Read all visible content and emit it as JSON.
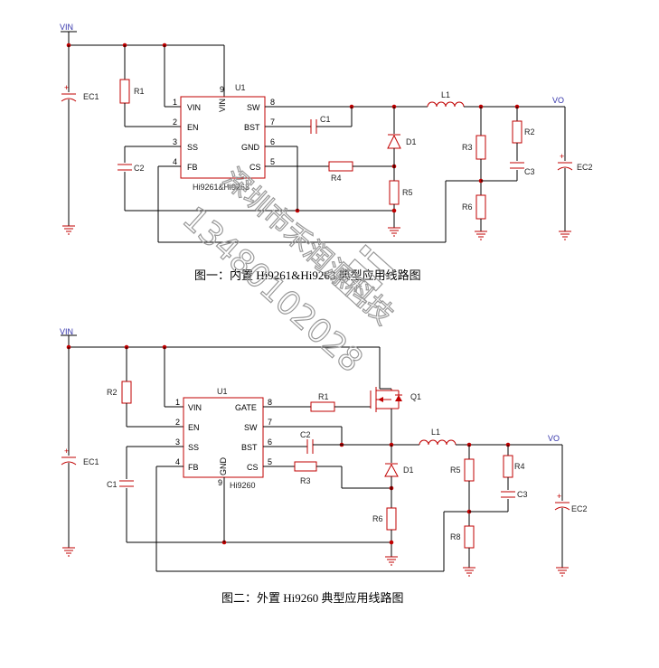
{
  "fig1": {
    "chip_label": "U1",
    "chip_name": "Hi9261&Hi9263",
    "caption": "图一：内置 Hi9261&Hi9263 典型应用线路图",
    "net_vin": "VIN",
    "net_vo": "VO",
    "pins_left": [
      {
        "num": "1",
        "name": "VIN"
      },
      {
        "num": "2",
        "name": "EN"
      },
      {
        "num": "3",
        "name": "SS"
      },
      {
        "num": "4",
        "name": "FB"
      }
    ],
    "pins_right": [
      {
        "num": "8",
        "name": "SW"
      },
      {
        "num": "7",
        "name": "BST"
      },
      {
        "num": "6",
        "name": "GND"
      },
      {
        "num": "5",
        "name": "CS"
      }
    ],
    "pin_top": {
      "num": "9",
      "name": "VIN"
    },
    "parts": {
      "ec1": "EC1",
      "r1": "R1",
      "c2": "C2",
      "c1": "C1",
      "r4": "R4",
      "d1": "D1",
      "r5": "R5",
      "l1": "L1",
      "r3": "R3",
      "r6": "R6",
      "r2": "R2",
      "c3": "C3",
      "ec2": "EC2"
    }
  },
  "fig2": {
    "chip_label": "U1",
    "chip_name": "Hi9260",
    "caption": "图二：外置 Hi9260 典型应用线路图",
    "net_vin": "VIN",
    "net_vo": "VO",
    "pins_left": [
      {
        "num": "1",
        "name": "VIN"
      },
      {
        "num": "2",
        "name": "EN"
      },
      {
        "num": "3",
        "name": "SS"
      },
      {
        "num": "4",
        "name": "FB"
      }
    ],
    "pins_right": [
      {
        "num": "8",
        "name": "GATE"
      },
      {
        "num": "7",
        "name": "SW"
      },
      {
        "num": "6",
        "name": "BST"
      },
      {
        "num": "5",
        "name": "CS"
      }
    ],
    "pin_bottom": {
      "num": "9",
      "name": "GND"
    },
    "parts": {
      "ec1": "EC1",
      "r2": "R2",
      "c1": "C1",
      "r1": "R1",
      "q1": "Q1",
      "c2": "C2",
      "r3": "R3",
      "d1": "D1",
      "r6": "R6",
      "l1": "L1",
      "r5": "R5",
      "r8": "R8",
      "r4": "R4",
      "c3": "C3",
      "ec2": "EC2"
    }
  },
  "watermark": {
    "company": "深圳市禾润源科技",
    "phone": "13480102028",
    "brand": "Hi"
  }
}
